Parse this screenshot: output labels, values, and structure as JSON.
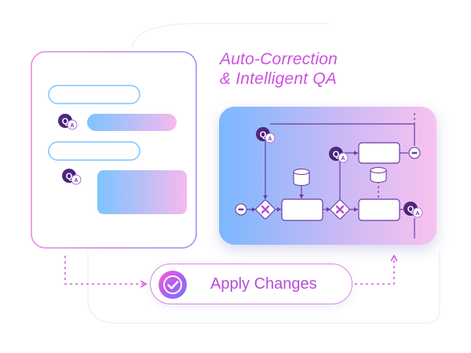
{
  "title": {
    "line1": "Auto-Correction",
    "line2": "& Intelligent QA"
  },
  "apply_button": {
    "label": "Apply Changes",
    "icon": "check-circle-icon"
  },
  "qa_badge": {
    "q": "Q",
    "a": "A"
  },
  "colors": {
    "accent_pink": "#cf4fe0",
    "accent_blue": "#6fb4ff",
    "accent_violet": "#7a4fd0",
    "flow_line": "#6a3aa8"
  },
  "icons": [
    "qa-badge-icon",
    "database-icon",
    "decision-x-icon",
    "minus-node-icon",
    "arrow-icon"
  ]
}
